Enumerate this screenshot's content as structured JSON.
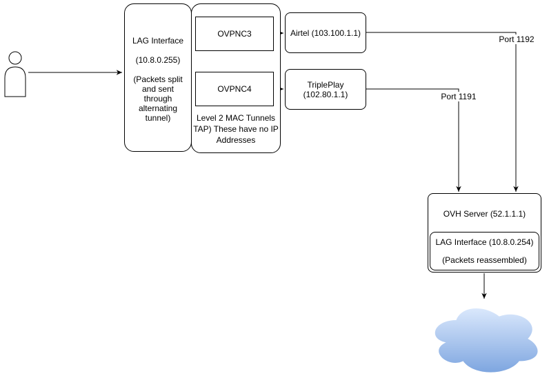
{
  "diagram": {
    "nodes": {
      "lag_source": {
        "title": "LAG Interface",
        "ip": "(10.8.0.255)",
        "note": "(Packets split and sent through alternating tunnel)"
      },
      "tunnel_group": {
        "ovpnc3_label": "OVPNC3",
        "ovpnc4_label": "OVPNC4",
        "caption": "Level 2 MAC Tunnels TAP) These have no IP Addresses"
      },
      "airtel": {
        "label": "Airtel (103.100.1.1)"
      },
      "tripleplay": {
        "label": "TriplePlay (102.80.1.1)"
      },
      "ovh_server": {
        "title": "OVH Server (52.1.1.1)",
        "lag_title": "LAG Interface (10.8.0.254)",
        "lag_note": "(Packets reassembled)"
      }
    },
    "edge_labels": {
      "port_1192": "Port 1192",
      "port_1191": "Port 1191"
    },
    "colors": {
      "line": "#000000",
      "node_border": "#000000",
      "node_fill": "#ffffff",
      "cloud_gradient_top": "#dae8fc",
      "cloud_gradient_bottom": "#7ea6e0"
    }
  }
}
